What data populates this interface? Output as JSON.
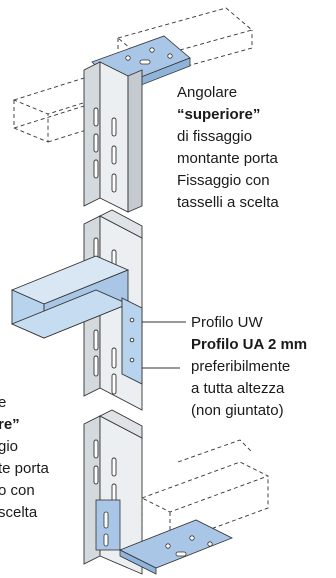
{
  "label_top": {
    "line1": "Angolare",
    "line2": "“superiore”",
    "line3": "di fissaggio",
    "line4": "montante porta",
    "line5": "Fissaggio con",
    "line6": "tasselli a scelta"
  },
  "label_mid": {
    "line1": "Profilo UW",
    "line2": "Profilo UA 2 mm",
    "line3": "preferibilmente",
    "line4": "a tutta altezza",
    "line5": "(non giuntato)"
  },
  "label_bottom": {
    "line1": "e",
    "line2": "re”",
    "line3": "gio",
    "line4": "te porta",
    "line5": "o con",
    "line6": "scelta"
  },
  "colors": {
    "bracket_blue": "#a9c6e6",
    "profile_blue": "#b8d3ee",
    "metal_light": "#eceff2",
    "metal_mid": "#d4d9de",
    "outline": "#333333"
  }
}
